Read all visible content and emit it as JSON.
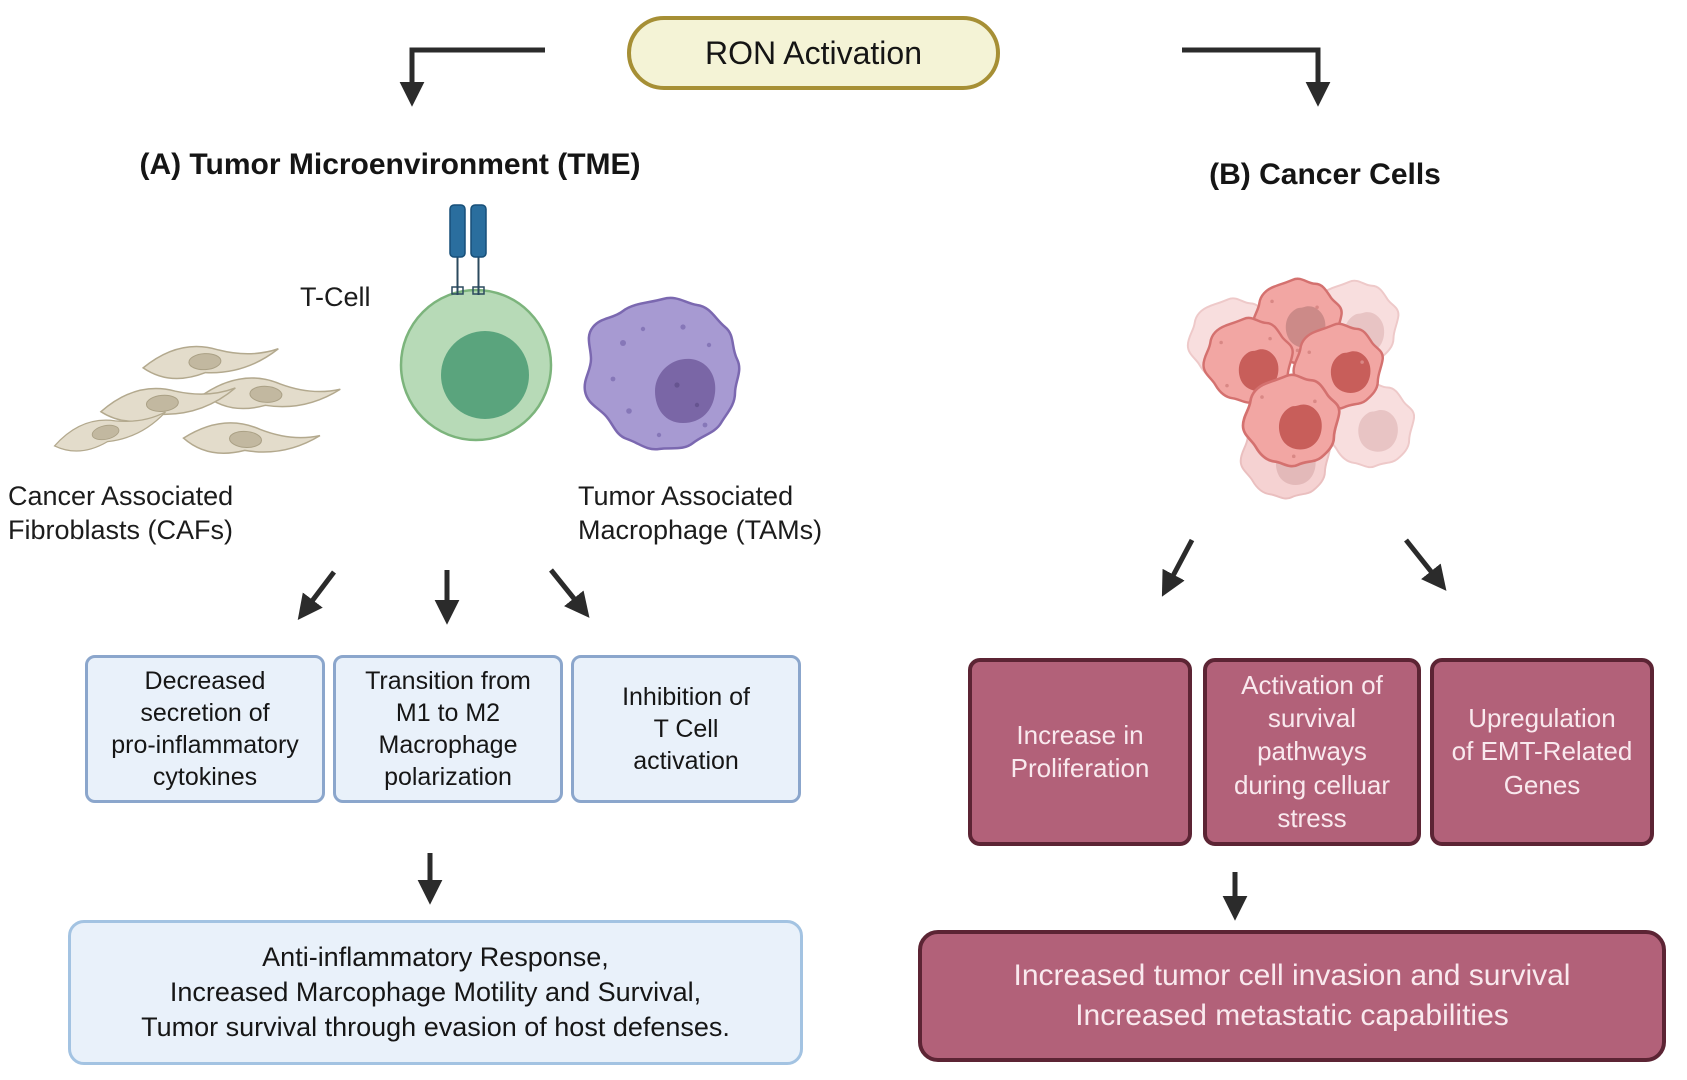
{
  "diagram": {
    "root_node": "RON Activation",
    "branch_a": {
      "heading": "(A) Tumor Microenvironment (TME)",
      "cell_labels": {
        "t_cell": "T-Cell",
        "fibroblasts": "Cancer Associated\nFibroblasts (CAFs)",
        "macrophage": "Tumor Associated\nMacrophage (TAMs)"
      },
      "effect_boxes": [
        "Decreased\nsecretion of\npro-inflammatory\ncytokines",
        "Transition from\nM1 to M2\nMacrophage\npolarization",
        "Inhibition of\nT Cell\nactivation"
      ],
      "outcome_box": "Anti-inflammatory Response,\nIncreased Marcophage Motility and Survival,\nTumor survival through evasion of host defenses."
    },
    "branch_b": {
      "heading": "(B) Cancer Cells",
      "effect_boxes": [
        "Increase in\nProliferation",
        "Activation of\nsurvival\npathways\nduring celluar\nstress",
        "Upregulation\nof EMT-Related\nGenes"
      ],
      "outcome_box": "Increased tumor cell invasion and survival\nIncreased metastatic capabilities"
    }
  },
  "colors": {
    "pill_bg": "#f4f3d6",
    "pill_border": "#a68f35",
    "blue_box_bg": "#e9f1fa",
    "blue_box_border": "#8ba6cc",
    "outcome_blue_border": "#a3c3e2",
    "maroon_box_bg": "#b26179",
    "maroon_box_border": "#5c2434",
    "maroon_text": "#f9e9ee",
    "arrow": "#2b2b2b",
    "text": "#111111"
  }
}
